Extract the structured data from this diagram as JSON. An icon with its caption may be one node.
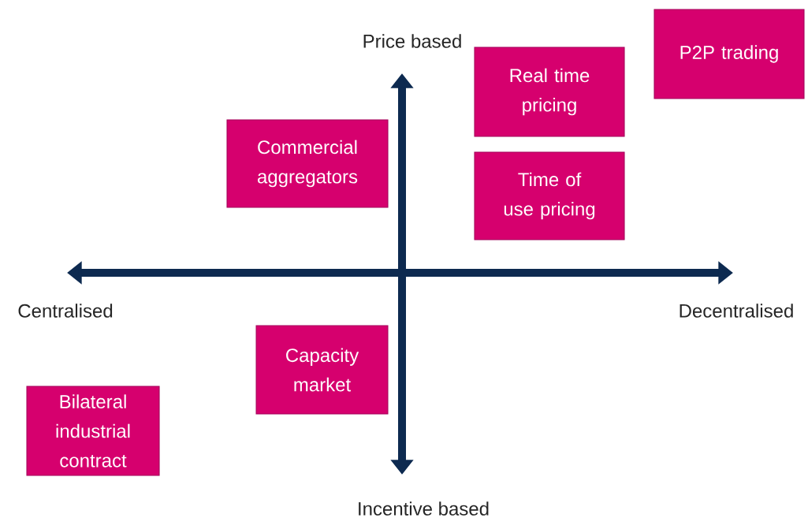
{
  "diagram": {
    "nodes": [
      {
        "text": [
          "P2P trading"
        ]
      },
      {
        "text": [
          "Real time pricing"
        ]
      },
      {
        "text": [
          "Commercial aggregators"
        ]
      },
      {
        "text": [
          "Time of use pricing"
        ]
      },
      {
        "text": [
          "Capacity market"
        ]
      },
      {
        "text": [
          "Bilateral industrial contract"
        ]
      }
    ],
    "labels": [
      "Price based",
      "Centralised",
      "Decentralised",
      "Incentive based"
    ]
  }
}
